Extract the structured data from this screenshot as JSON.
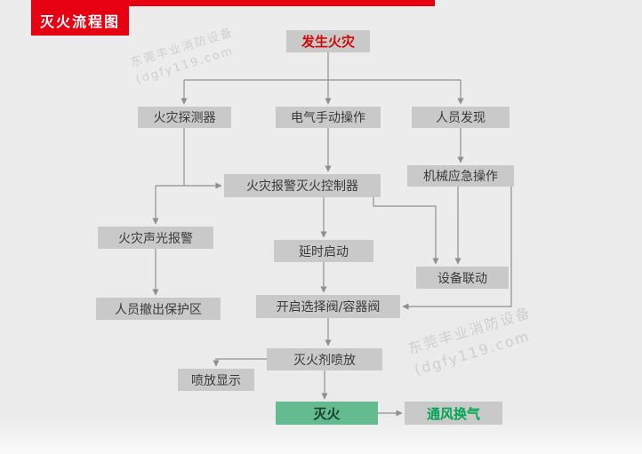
{
  "page": {
    "title_badge": "灭火流程图"
  },
  "colors": {
    "accent_red": "#e60012",
    "box_gray": "#c9c9c9",
    "green_box": "#63bb8f",
    "green_text": "#00a651",
    "line_gray": "#8f8f8f"
  },
  "nodes": {
    "start": {
      "label": "发生火灾"
    },
    "detector": {
      "label": "火灾探测器"
    },
    "manual": {
      "label": "电气手动操作"
    },
    "discover": {
      "label": "人员发现"
    },
    "mechanical": {
      "label": "机械应急操作"
    },
    "controller": {
      "label": "火灾报警灭火控制器"
    },
    "alarm": {
      "label": "火灾声光报警"
    },
    "delay": {
      "label": "延时启动"
    },
    "linkage": {
      "label": "设备联动"
    },
    "evacuate": {
      "label": "人员撤出保护区"
    },
    "valve": {
      "label": "开启选择阀/容器阀"
    },
    "spray": {
      "label": "灭火剂喷放"
    },
    "display": {
      "label": "喷放显示"
    },
    "extinguish": {
      "label": "灭火"
    },
    "ventilate": {
      "label": "通风换气"
    }
  },
  "edges": [
    {
      "from": "start",
      "to": "detector"
    },
    {
      "from": "start",
      "to": "manual"
    },
    {
      "from": "start",
      "to": "discover"
    },
    {
      "from": "discover",
      "to": "mechanical"
    },
    {
      "from": "detector",
      "to": "controller"
    },
    {
      "from": "manual",
      "to": "controller"
    },
    {
      "from": "controller",
      "to": "alarm"
    },
    {
      "from": "alarm",
      "to": "evacuate"
    },
    {
      "from": "controller",
      "to": "delay"
    },
    {
      "from": "controller",
      "to": "linkage"
    },
    {
      "from": "mechanical",
      "to": "linkage"
    },
    {
      "from": "mechanical",
      "to": "valve"
    },
    {
      "from": "delay",
      "to": "valve"
    },
    {
      "from": "valve",
      "to": "spray"
    },
    {
      "from": "spray",
      "to": "display"
    },
    {
      "from": "spray",
      "to": "extinguish"
    },
    {
      "from": "extinguish",
      "to": "ventilate"
    }
  ],
  "watermark": {
    "line1": "东莞丰业消防设备",
    "line2": "(dgfy119.com"
  }
}
